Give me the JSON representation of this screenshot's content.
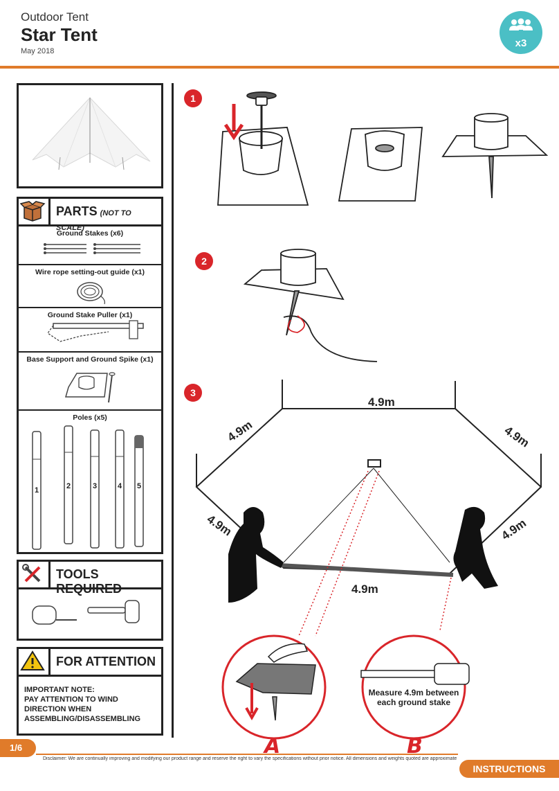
{
  "header": {
    "subtitle": "Outdoor Tent",
    "title": "Star Tent",
    "date": "May 2018",
    "persons_count": "x3"
  },
  "parts": {
    "heading": "PARTS",
    "heading_note": "(NOT TO SCALE)",
    "items": [
      {
        "label": "Ground Stakes (x6)"
      },
      {
        "label": "Wire rope setting-out guide (x1)"
      },
      {
        "label": "Ground Stake Puller (x1)"
      },
      {
        "label": "Base Support and Ground Spike (x1)"
      },
      {
        "label": "Poles (x5)"
      }
    ],
    "pole_numbers": [
      "1",
      "2",
      "3",
      "4",
      "5"
    ]
  },
  "tools": {
    "heading": "TOOLS REQUIRED"
  },
  "attention": {
    "heading": "FOR ATTENTION",
    "lines": [
      "IMPORTANT NOTE:",
      "PAY ATTENTION TO WIND",
      "DIRECTION WHEN",
      "ASSEMBLING/DISASSEMBLING"
    ]
  },
  "steps": [
    "1",
    "2",
    "3"
  ],
  "dimensions": {
    "edge": "4.9m"
  },
  "details": {
    "a_label": "A",
    "b_label": "B",
    "measure_line1": "Measure 4.9m between",
    "measure_line2": "each ground stake"
  },
  "footer": {
    "page": "1/6",
    "disclaimer": "Disclaimer: We are continually improving and modifying our product range and reserve the right to vary the specifications without prior notice. All dimensions and weights quoted are approximate",
    "tag": "INSTRUCTIONS"
  },
  "colors": {
    "accent": "#e07b2a",
    "teal": "#4bbfc5",
    "step_red": "#d9252a"
  }
}
